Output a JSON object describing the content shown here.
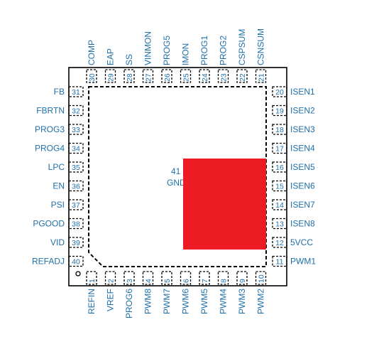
{
  "pins": {
    "top": [
      {
        "num": "30",
        "name": "COMP"
      },
      {
        "num": "29",
        "name": "EAP"
      },
      {
        "num": "28",
        "name": "SS"
      },
      {
        "num": "27",
        "name": "VINMON"
      },
      {
        "num": "26",
        "name": "PROG5"
      },
      {
        "num": "25",
        "name": "IMON"
      },
      {
        "num": "24",
        "name": "PROG1"
      },
      {
        "num": "23",
        "name": "PROG2"
      },
      {
        "num": "22",
        "name": "CSPSUM"
      },
      {
        "num": "21",
        "name": "CSNSUM"
      }
    ],
    "left": [
      {
        "num": "31",
        "name": "FB"
      },
      {
        "num": "32",
        "name": "FBRTN"
      },
      {
        "num": "33",
        "name": "PROG3"
      },
      {
        "num": "34",
        "name": "PROG4"
      },
      {
        "num": "35",
        "name": "LPC"
      },
      {
        "num": "36",
        "name": "EN"
      },
      {
        "num": "37",
        "name": "PSI"
      },
      {
        "num": "38",
        "name": "PGOOD"
      },
      {
        "num": "39",
        "name": "VID"
      },
      {
        "num": "40",
        "name": "REFADJ"
      }
    ],
    "right": [
      {
        "num": "20",
        "name": "ISEN1"
      },
      {
        "num": "19",
        "name": "ISEN2"
      },
      {
        "num": "18",
        "name": "ISEN3"
      },
      {
        "num": "17",
        "name": "ISEN4"
      },
      {
        "num": "16",
        "name": "ISEN5"
      },
      {
        "num": "15",
        "name": "ISEN6"
      },
      {
        "num": "14",
        "name": "ISEN7"
      },
      {
        "num": "13",
        "name": "ISEN8"
      },
      {
        "num": "12",
        "name": "5VCC"
      },
      {
        "num": "11",
        "name": "PWM1"
      }
    ],
    "bottom": [
      {
        "num": "1",
        "name": "REFIN"
      },
      {
        "num": "2",
        "name": "VREF"
      },
      {
        "num": "3",
        "name": "PROG6"
      },
      {
        "num": "4",
        "name": "PWM8"
      },
      {
        "num": "5",
        "name": "PWM7"
      },
      {
        "num": "6",
        "name": "PWM6"
      },
      {
        "num": "7",
        "name": "PWM5"
      },
      {
        "num": "8",
        "name": "PWM4"
      },
      {
        "num": "9",
        "name": "PWM3"
      },
      {
        "num": "10",
        "name": "PWM2"
      }
    ]
  },
  "exposed_pad": {
    "num": "41",
    "name": "GND"
  },
  "colors": {
    "text": "#1f6fa8",
    "outline": "#000000",
    "overlay": "#ed1c24"
  }
}
